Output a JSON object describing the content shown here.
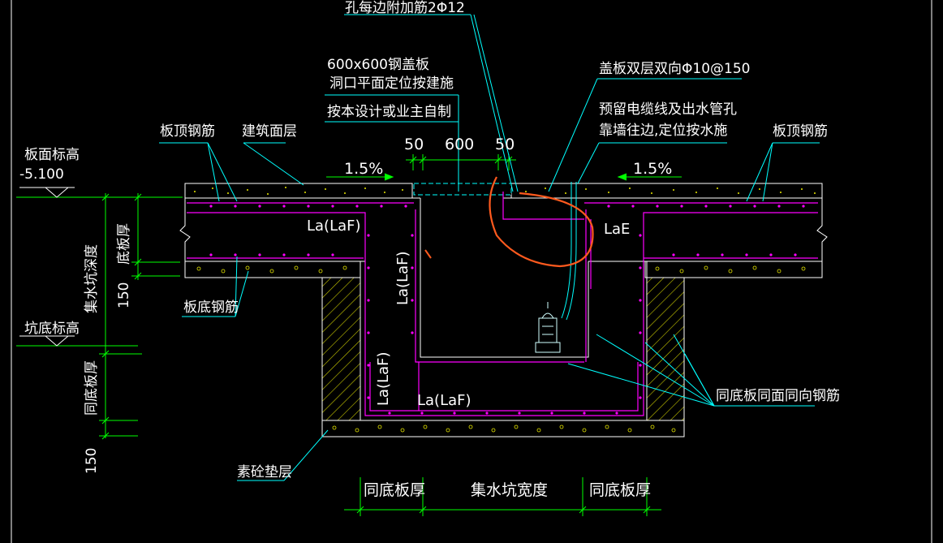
{
  "colors": {
    "background": "#000000",
    "dimension": "#00ff00",
    "text": "#ffffff",
    "leader": "#00ffff",
    "rebar": "#ff00ff",
    "concrete": "#ffffff",
    "aggregate": "#ffff00",
    "hatch": "#ffff00",
    "markup": "#ff5a1e",
    "equipment": "#00ffff"
  },
  "labels": {
    "top_note": "孔每边附加筋2Φ12",
    "cover_line1": "600x600钢盖板",
    "cover_line2": "洞口平面定位按建施",
    "cover_line3": "按本设计或业主自制",
    "cover_rebar": "盖板双层双向Φ10@150",
    "pipe_line1": "预留电缆线及出水管孔",
    "pipe_line2": "靠墙往边,定位按水施",
    "top_rebar_left": "板顶钢筋",
    "top_rebar_right": "板顶钢筋",
    "finish_layer": "建筑面层",
    "slab_level_title": "板面标高",
    "slab_level_value": "-5.100",
    "slope_left": "1.5%",
    "slope_right": "1.5%",
    "dim_50_left": "50",
    "dim_600": "600",
    "dim_50_right": "50",
    "slab_thickness": "底板厚",
    "pit_depth": "集水坑深度",
    "dim_150_upper": "150",
    "bottom_rebar": "板底钢筋",
    "pit_bottom_level": "坑底标高",
    "same_thickness_vertical": "同底板厚",
    "dim_150_lower": "150",
    "anchor_laf_top": "La(LaF)",
    "anchor_laf_wall": "La(LaF)",
    "anchor_laf_left": "La(LaF)",
    "anchor_laf_bottom": "La(LaF)",
    "anchor_lae": "LaE",
    "same_rebar_note": "同底板同面同向钢筋",
    "plain_concrete": "素砼垫层",
    "bottom_dim_left": "同底板厚",
    "bottom_dim_center": "集水坑宽度",
    "bottom_dim_right": "同底板厚"
  },
  "icons": [
    "pump-icon",
    "elevation-marker-icon",
    "hatch-pattern"
  ]
}
